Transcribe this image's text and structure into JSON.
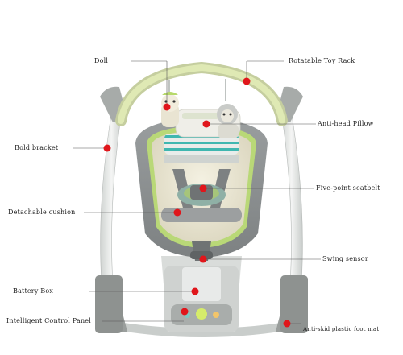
{
  "labels": {
    "doll": "Doll",
    "toy_rack": "Rotatable Toy Rack",
    "pillow": "Anti-head Pillow",
    "bracket": "Bold bracket",
    "seatbelt": "Five-point seatbelt",
    "cushion": "Detachable cushion",
    "swing_sensor": "Swing sensor",
    "battery_box": "Battery Box",
    "control_panel": "Intelligent Control Panel",
    "foot_mat": "Anti-skid plastic foot mat"
  },
  "colors": {
    "marker": "#e0161b",
    "leader_line": "#555555",
    "frame": "#e6e8e6",
    "frame_shadow": "#b9bdbb",
    "seat_gray": "#8f9394",
    "accent_green": "#b7d96b",
    "accent_teal": "#3fb7b0",
    "cushion_light": "#ece8d6"
  }
}
